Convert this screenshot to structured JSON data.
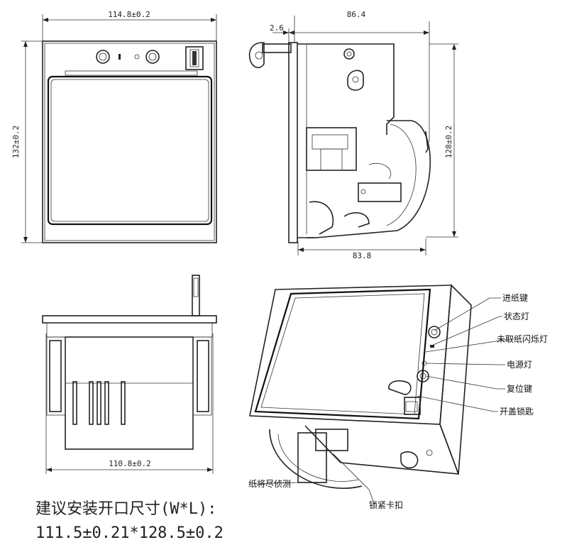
{
  "dimensions": {
    "front_width": "114.8±0.2",
    "front_height": "132±0.2",
    "side_key_offset": "2.6",
    "side_depth_top": "86.4",
    "side_height": "128±0.2",
    "side_depth_bottom": "83.8",
    "bottom_width": "110.8±0.2"
  },
  "callouts": {
    "feed_key": "进纸键",
    "status_light": "状态灯",
    "paper_not_taken_light": "未取纸闪烁灯",
    "power_light": "电源灯",
    "reset_key": "复位键",
    "cover_lock_key": "开盖锁匙",
    "paper_end_sensor": "纸将尽侦测",
    "locking_clip": "锁紧卡扣"
  },
  "install_note": {
    "line1": "建议安装开口尺寸(W*L):",
    "line2": "111.5±0.21*128.5±0.2"
  }
}
